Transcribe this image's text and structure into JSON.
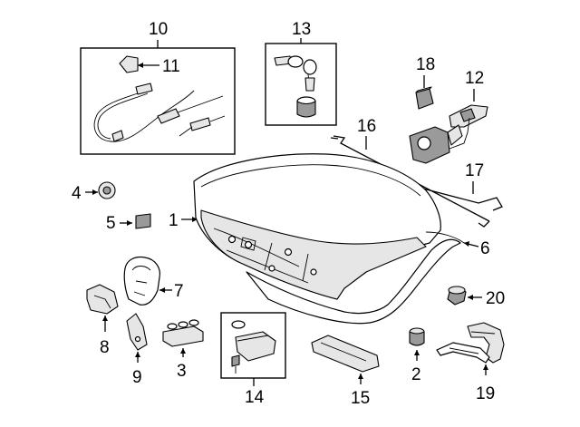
{
  "diagram": {
    "title": "Trunk Lid & Components",
    "callouts": [
      {
        "id": "1",
        "label": "1"
      },
      {
        "id": "2",
        "label": "2"
      },
      {
        "id": "3",
        "label": "3"
      },
      {
        "id": "4",
        "label": "4"
      },
      {
        "id": "5",
        "label": "5"
      },
      {
        "id": "6",
        "label": "6"
      },
      {
        "id": "7",
        "label": "7"
      },
      {
        "id": "8",
        "label": "8"
      },
      {
        "id": "9",
        "label": "9"
      },
      {
        "id": "10",
        "label": "10"
      },
      {
        "id": "11",
        "label": "11"
      },
      {
        "id": "12",
        "label": "12"
      },
      {
        "id": "13",
        "label": "13"
      },
      {
        "id": "14",
        "label": "14"
      },
      {
        "id": "15",
        "label": "15"
      },
      {
        "id": "16",
        "label": "16"
      },
      {
        "id": "17",
        "label": "17"
      },
      {
        "id": "18",
        "label": "18"
      },
      {
        "id": "19",
        "label": "19"
      },
      {
        "id": "20",
        "label": "20"
      }
    ]
  }
}
